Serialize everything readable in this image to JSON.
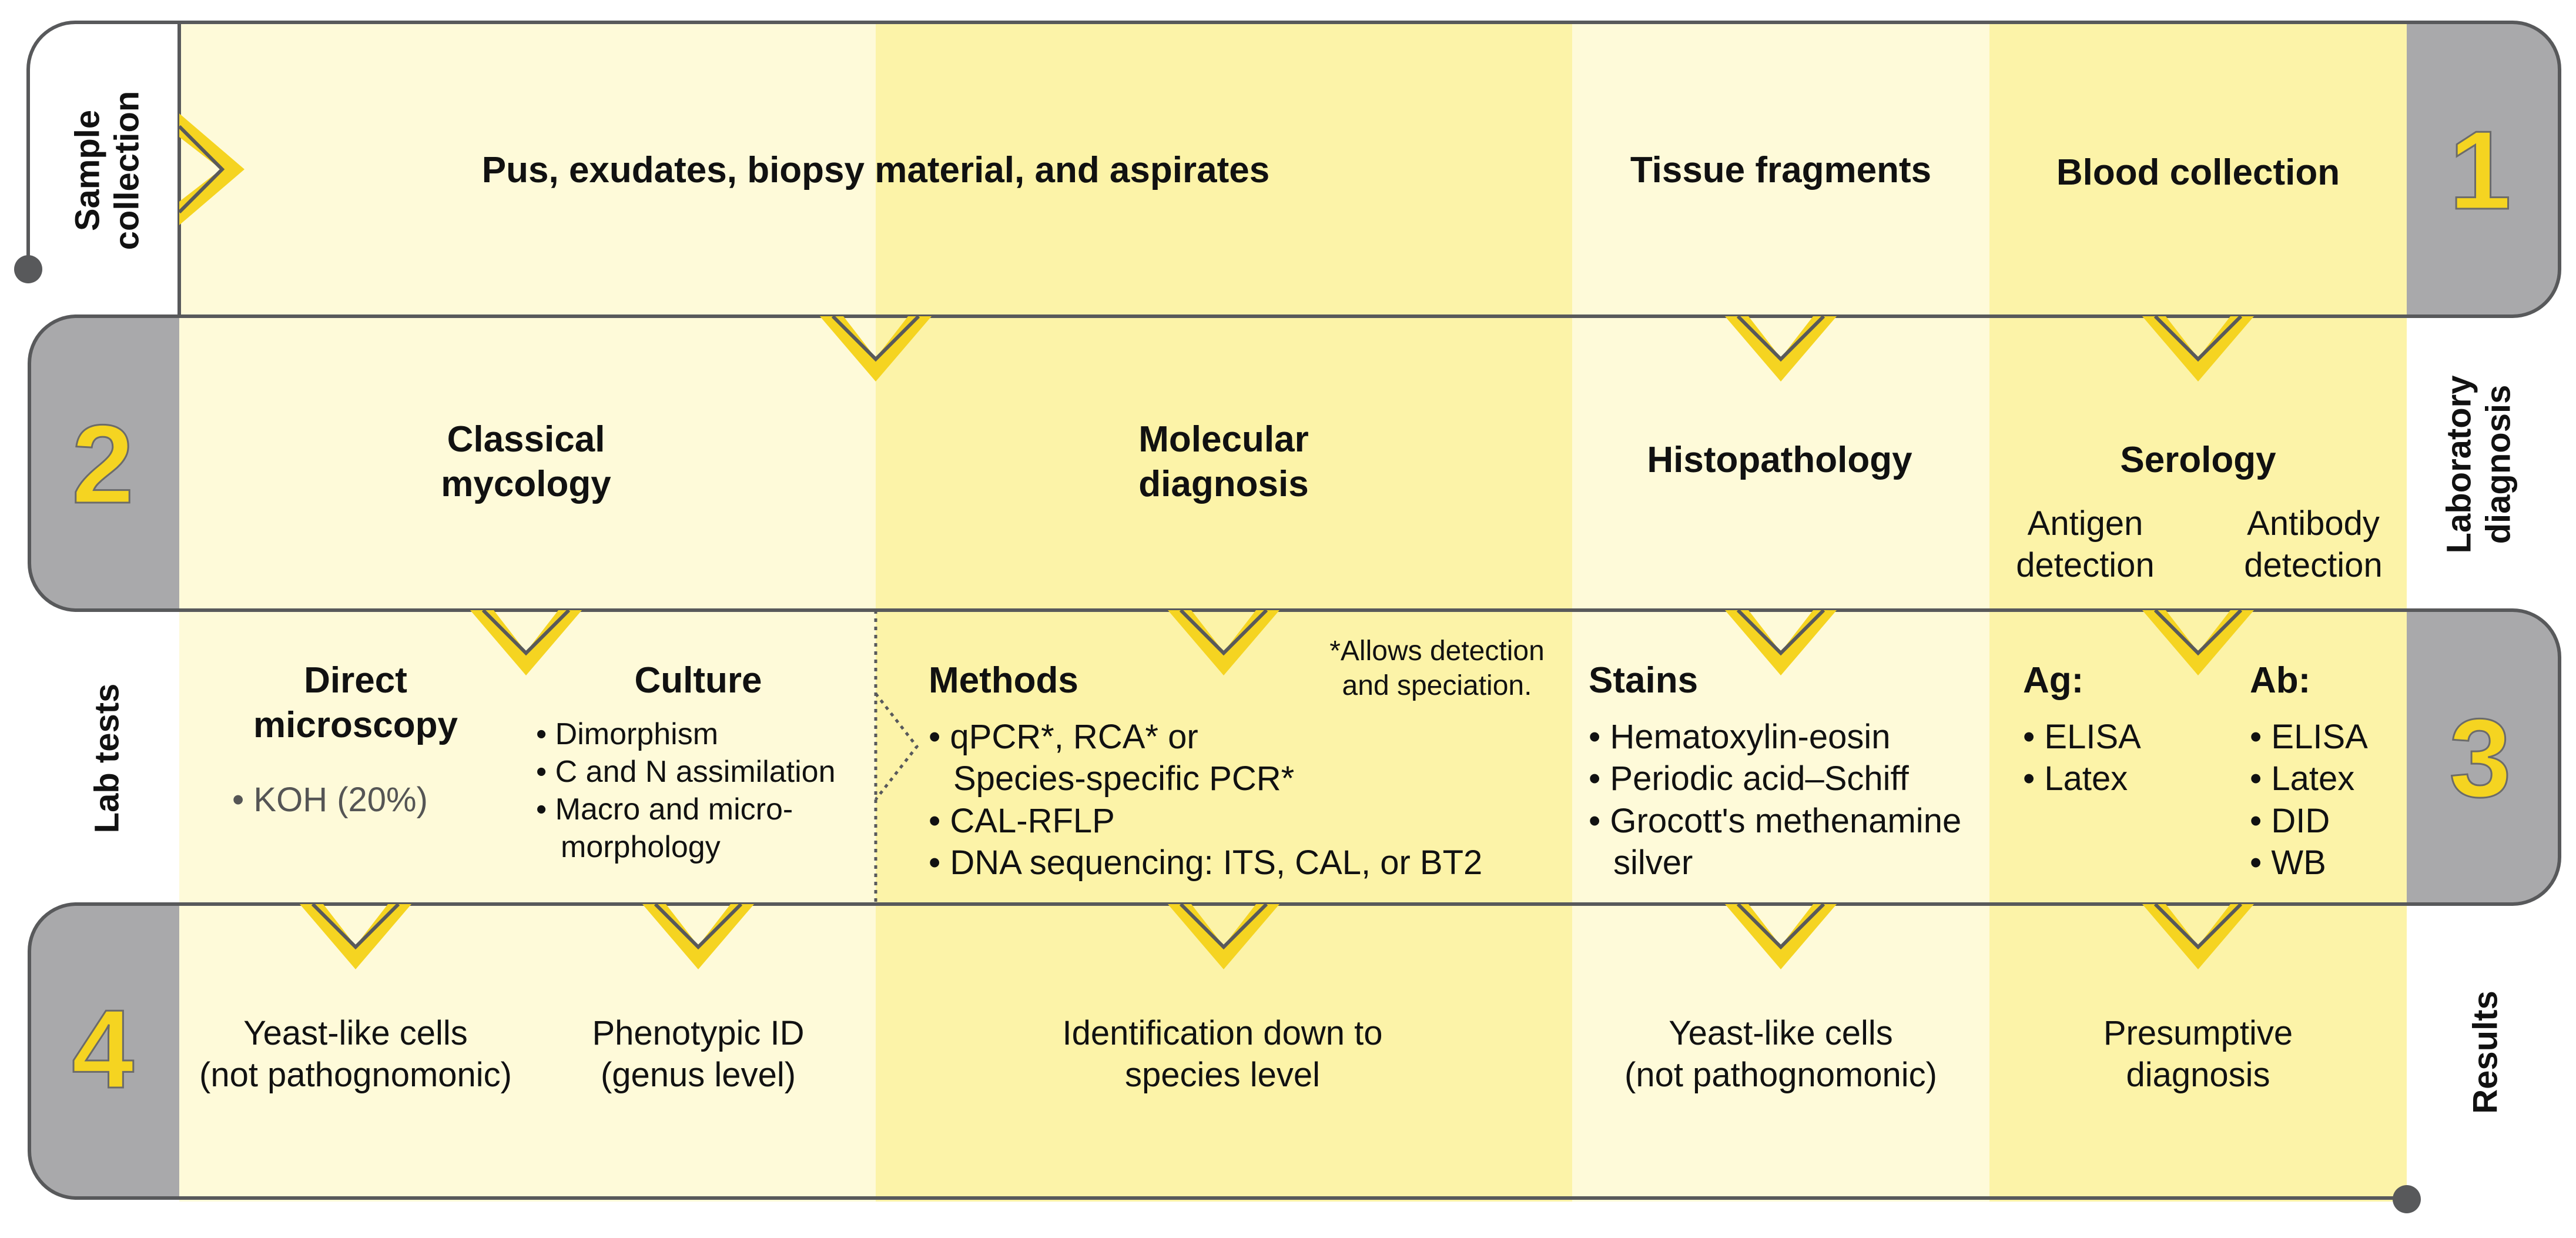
{
  "colors": {
    "col_a": "#fefad9",
    "col_b": "#fcf3a8",
    "grey_band": "#a9a9ab",
    "outline": "#58595b",
    "chevron_yellow": "#f5d421",
    "number_yellow": "#f5d421"
  },
  "stages": {
    "s1": {
      "number": "1",
      "label": "Sample\ncollection"
    },
    "s2": {
      "number": "2",
      "label": "Laboratory\ndiagnosis"
    },
    "s3": {
      "number": "3",
      "label": "Lab tests"
    },
    "s4": {
      "number": "4",
      "label": "Results"
    }
  },
  "samples": {
    "pus": "Pus, exudates, biopsy material, and aspirates",
    "tissue": "Tissue fragments",
    "blood": "Blood collection"
  },
  "diagnosis": {
    "classical": "Classical\nmycology",
    "molecular": "Molecular\ndiagnosis",
    "histo": "Histopathology",
    "serology": "Serology",
    "antigen": "Antigen\ndetection",
    "antibody": "Antibody\ndetection"
  },
  "tests": {
    "direct_title": "Direct\nmicroscopy",
    "direct_items": [
      "• KOH (20%)"
    ],
    "culture_title": "Culture",
    "culture_items": [
      "• Dimorphism",
      "• C and N assimilation",
      "• Macro and micro-\nmorphology"
    ],
    "methods_title": "Methods",
    "methods_note": "*Allows detection\nand speciation.",
    "methods_items": [
      "• qPCR*, RCA* or\nSpecies-specific PCR*",
      "• CAL-RFLP",
      "• DNA sequencing: ITS, CAL, or BT2"
    ],
    "stains_title": "Stains",
    "stains_items": [
      "• Hematoxylin-eosin",
      "• Periodic acid–Schiff",
      "• Grocott's methenamine\nsilver"
    ],
    "ag_title": "Ag:",
    "ag_items": [
      "• ELISA",
      "• Latex"
    ],
    "ab_title": "Ab:",
    "ab_items": [
      "• ELISA",
      "• Latex",
      "• DID",
      "• WB"
    ]
  },
  "results": {
    "yeast1": "Yeast-like cells\n(not pathognomonic)",
    "phenotypic": "Phenotypic ID\n(genus level)",
    "identification": "Identification down to\nspecies level",
    "yeast2": "Yeast-like cells\n(not pathognomonic)",
    "presumptive": "Presumptive\ndiagnosis"
  }
}
